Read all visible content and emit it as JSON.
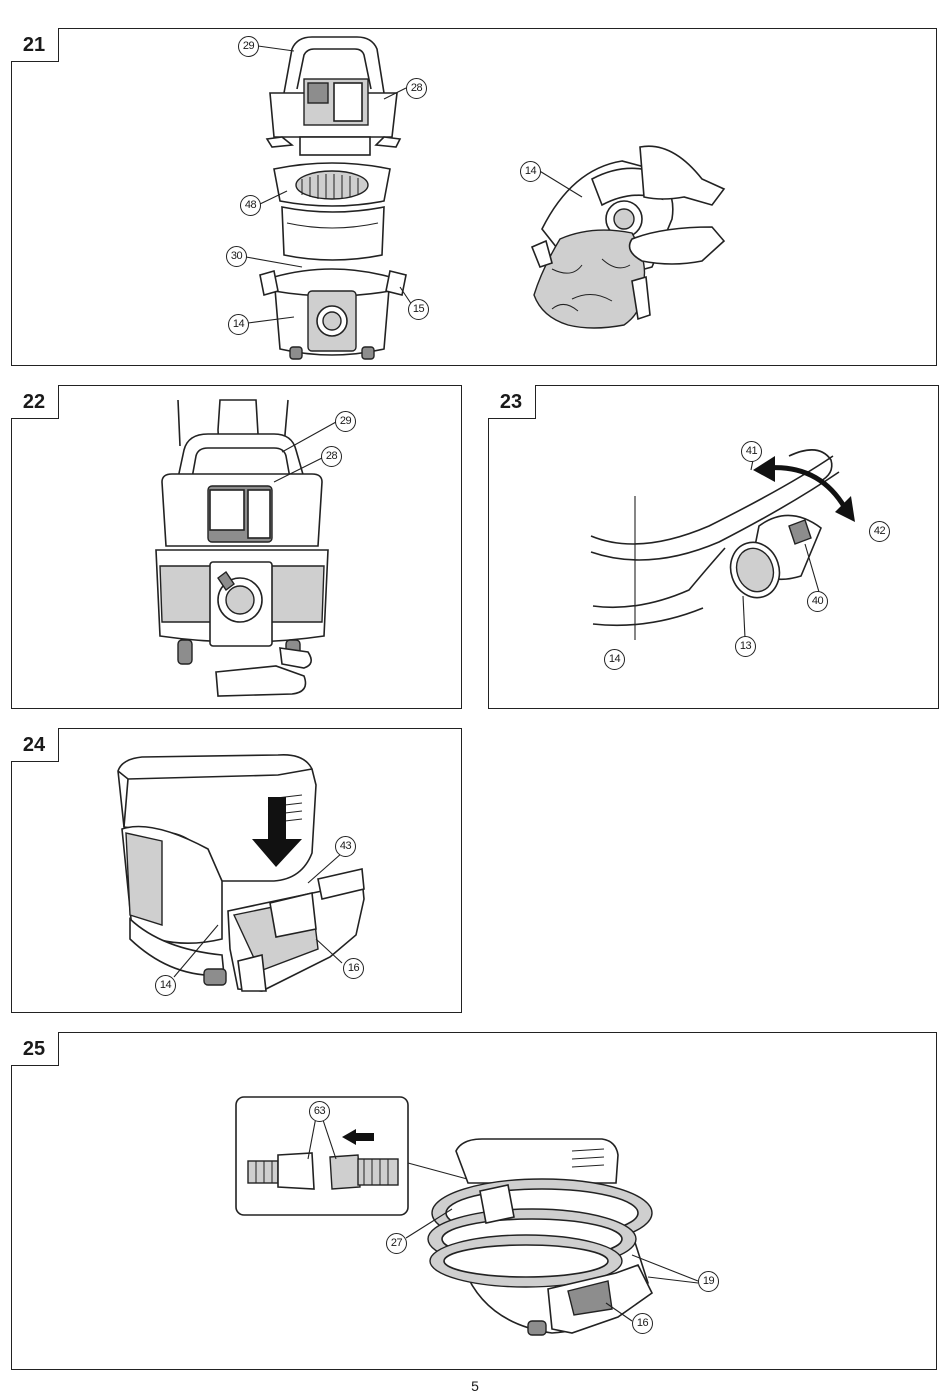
{
  "page": {
    "number": "5"
  },
  "figures": [
    {
      "id": "21",
      "label": "21",
      "callouts": [
        "29",
        "28",
        "48",
        "30",
        "15",
        "14",
        "14"
      ]
    },
    {
      "id": "22",
      "label": "22",
      "callouts": [
        "29",
        "28"
      ]
    },
    {
      "id": "23",
      "label": "23",
      "callouts": [
        "41",
        "42",
        "14",
        "40",
        "13"
      ]
    },
    {
      "id": "24",
      "label": "24",
      "callouts": [
        "43",
        "14",
        "16"
      ]
    },
    {
      "id": "25",
      "label": "25",
      "callouts": [
        "63",
        "27",
        "19",
        "16"
      ]
    }
  ]
}
